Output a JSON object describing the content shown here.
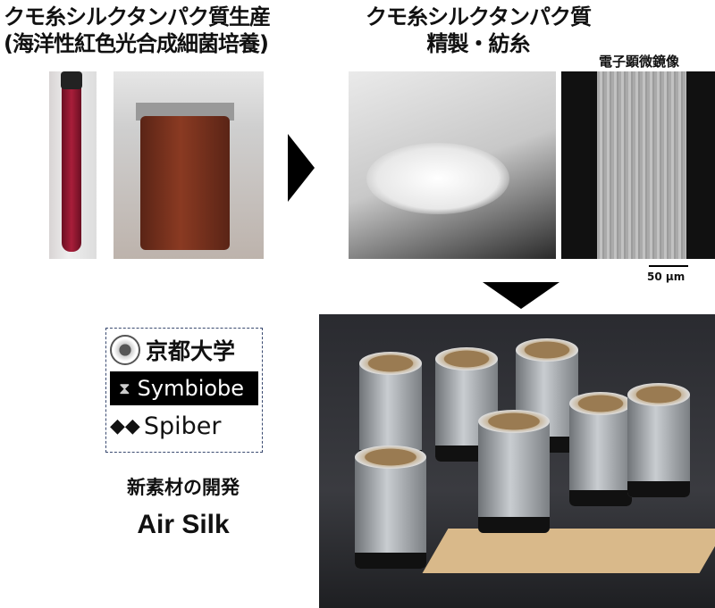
{
  "left_title": {
    "line1": "クモ糸シルクタンパク質生産",
    "line2": "(海洋性紅色光合成細菌培養)"
  },
  "right_title": {
    "line1": "クモ糸シルクタンパク質",
    "line2": "精製・紡糸"
  },
  "sem": {
    "label": "電子顕微鏡像",
    "scale": "50 μm"
  },
  "logos": {
    "kyoto": "京都大学",
    "symbiobe": "Symbiobe",
    "spiber": "Spiber"
  },
  "bottom": {
    "development": "新素材の開発",
    "product": "Air Silk"
  }
}
